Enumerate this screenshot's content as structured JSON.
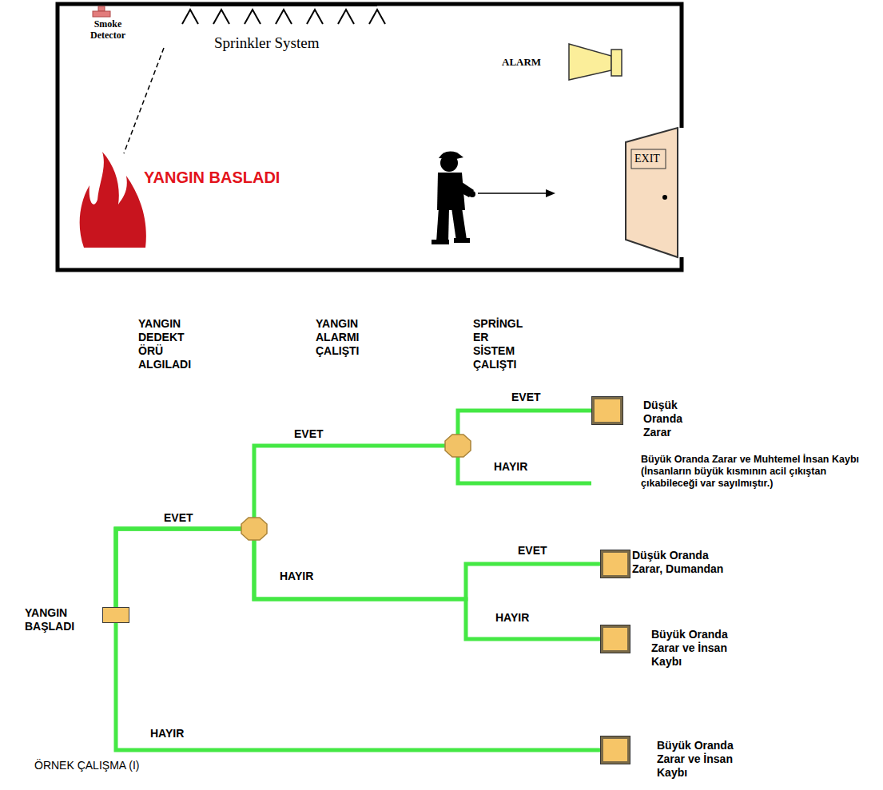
{
  "diagram": {
    "caption": "ÖRNEK ÇALIŞMA (I)",
    "nodes": [
      {
        "text": [
          "YANGIN BAŞLADI"
        ]
      },
      {
        "text": [
          "Düşük Oranda Zarar"
        ]
      },
      {
        "text": [
          "Düşük Oranda Zarar, Dumandan"
        ]
      },
      {
        "text": [
          "Büyük Oranda Zarar ve İnsan Kaybı"
        ]
      },
      {
        "text": [
          "Büyük Oranda Zarar ve İnsan Kaybı"
        ]
      }
    ],
    "edges": [
      {
        "from": 0,
        "to": 1,
        "arrow": "none"
      },
      {
        "from": 0,
        "to": 2,
        "arrow": "none"
      },
      {
        "from": 0,
        "to": 3,
        "arrow": "none"
      },
      {
        "from": 0,
        "to": 4,
        "arrow": "none"
      }
    ],
    "labels": [
      "Smoke Detector",
      "Sprinkler System",
      "ALARM",
      "YANGIN BASLADI",
      "EXIT",
      "YANGIN DEDEKT ÖRÜ ALGILADI",
      "YANGIN ALARMI ÇALIŞTI",
      "SPRİNGL ER SİSTEM ÇALIŞTI",
      "EVET",
      "EVET",
      "HAYIR",
      "Büyük Oranda Zarar ve Muhtemel İnsan Kaybı (İnsanların büyük kısmının acil çıkıştan çıkabileceği var sayılmıştır.)",
      "EVET",
      "EVET",
      "HAYIR",
      "HAYIR",
      "HAYIR"
    ]
  }
}
